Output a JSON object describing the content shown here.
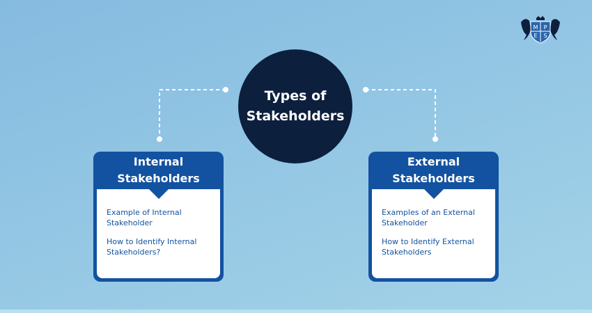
{
  "center": {
    "line1": "Types of",
    "line2": "Stakeholders"
  },
  "internal": {
    "title_line1": "Internal",
    "title_line2": "Stakeholders",
    "items": [
      "Example of Internal Stakeholder",
      "How to Identify Internal Stakeholders?"
    ]
  },
  "external": {
    "title_line1": "External",
    "title_line2": "Stakeholders",
    "items": [
      "Examples of an External Stakeholder",
      "How to Identify External Stakeholders"
    ]
  },
  "logo": {
    "letters": "MPES"
  },
  "colors": {
    "navy": "#0c1f3d",
    "blue": "#1352a0"
  }
}
